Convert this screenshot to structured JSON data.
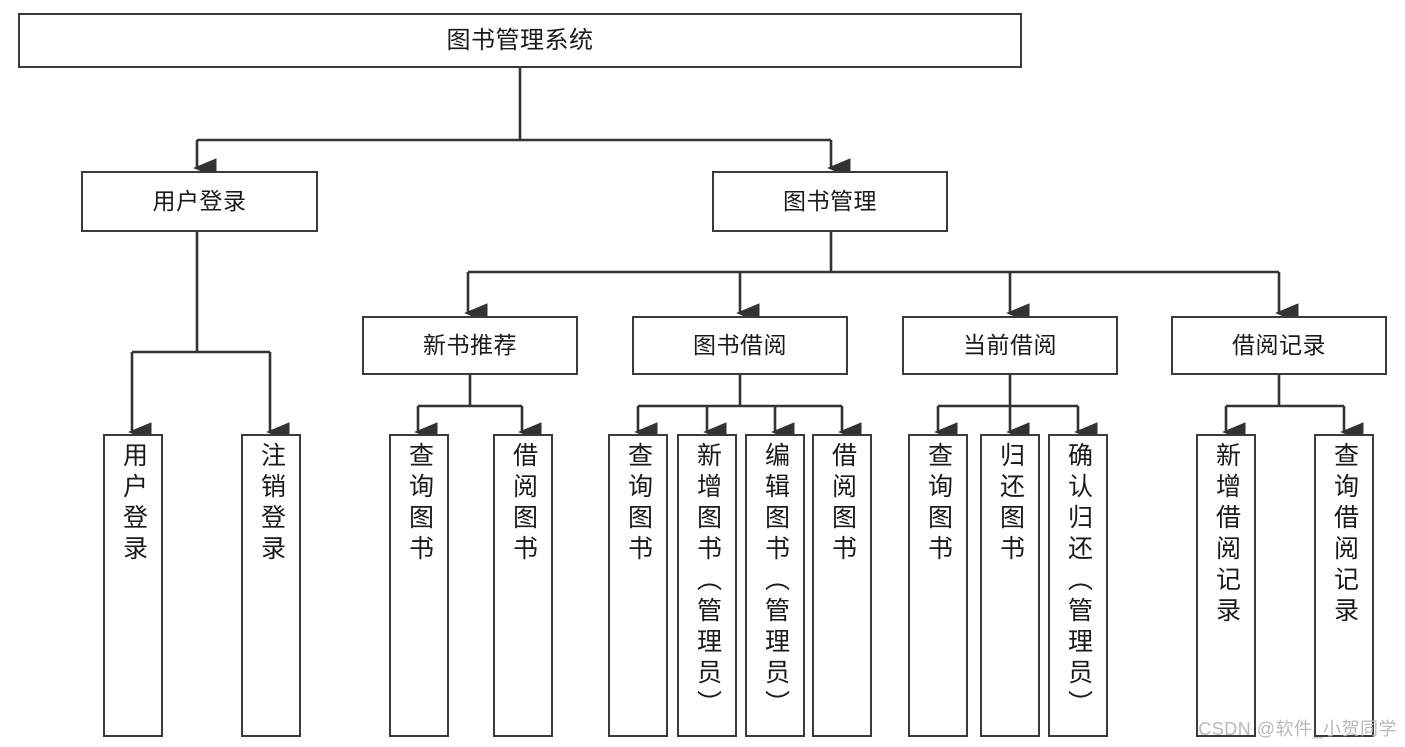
{
  "diagram": {
    "title": "图书管理系统",
    "type": "tree",
    "watermark": "CSDN @软件_小贺同学",
    "stroke_color": "#3a3a3a",
    "fill_color": "#ffffff",
    "text_color": "#1a1a1a",
    "watermark_color": "#b9b9b9"
  },
  "nodes": {
    "root": {
      "label": "图书管理系统"
    },
    "level2": [
      {
        "id": "user-login",
        "label": "用户登录"
      },
      {
        "id": "book-manage",
        "label": "图书管理"
      }
    ],
    "level3": [
      {
        "id": "new-book-recommend",
        "label": "新书推荐"
      },
      {
        "id": "book-borrow",
        "label": "图书借阅"
      },
      {
        "id": "current-borrow",
        "label": "当前借阅"
      },
      {
        "id": "borrow-record",
        "label": "借阅记录"
      }
    ],
    "leaves": {
      "user-login": [
        {
          "id": "leaf-user-login",
          "label": "用户登录"
        },
        {
          "id": "leaf-logout-login",
          "label": "注销登录"
        }
      ],
      "new-book-recommend": [
        {
          "id": "leaf-query-book-1",
          "label": "查询图书"
        },
        {
          "id": "leaf-borrow-book-1",
          "label": "借阅图书"
        }
      ],
      "book-borrow": [
        {
          "id": "leaf-query-book-2",
          "label": "查询图书"
        },
        {
          "id": "leaf-add-book",
          "label": "新增图书（管理员）"
        },
        {
          "id": "leaf-edit-book",
          "label": "编辑图书（管理员）"
        },
        {
          "id": "leaf-borrow-book-2",
          "label": "借阅图书"
        }
      ],
      "current-borrow": [
        {
          "id": "leaf-query-book-3",
          "label": "查询图书"
        },
        {
          "id": "leaf-return-book",
          "label": "归还图书"
        },
        {
          "id": "leaf-confirm-return",
          "label": "确认归还（管理员）"
        }
      ],
      "borrow-record": [
        {
          "id": "leaf-add-record",
          "label": "新增借阅记录"
        },
        {
          "id": "leaf-query-record",
          "label": "查询借阅记录"
        }
      ]
    }
  }
}
